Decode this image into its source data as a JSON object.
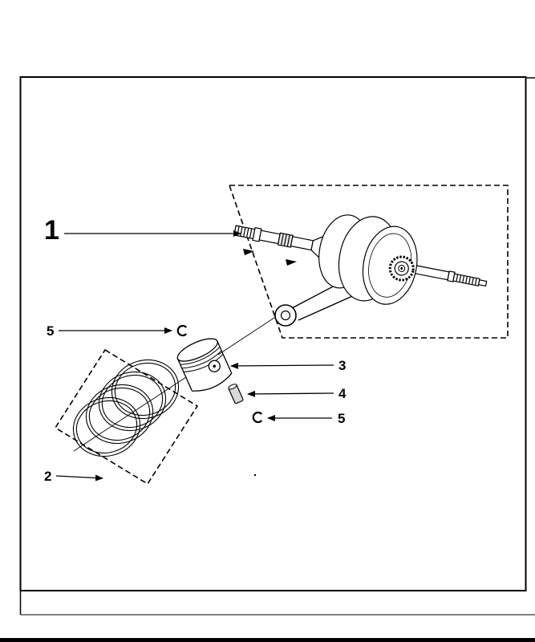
{
  "colors": {
    "ink": "#000000",
    "paper": "#ffffff"
  },
  "diagram": {
    "type": "exploded-parts-diagram",
    "subject": "crankshaft-and-piston-assembly",
    "callouts": [
      {
        "label": "1",
        "part": "crankshaft-assembly"
      },
      {
        "label": "2",
        "part": "piston-ring-set"
      },
      {
        "label": "3",
        "part": "piston"
      },
      {
        "label": "4",
        "part": "piston-pin"
      },
      {
        "label": "5",
        "part": "piston-pin-circlip-upper"
      },
      {
        "label": "5",
        "part": "piston-pin-circlip-lower"
      }
    ]
  }
}
